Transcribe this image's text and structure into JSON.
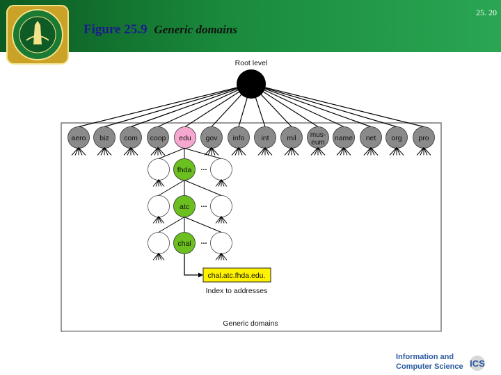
{
  "slide": {
    "number": "25. 20",
    "figure_label": "Figure 25.9",
    "figure_title": "Generic domains"
  },
  "diagram": {
    "root_label": "Root level",
    "generic_domains": [
      "aero",
      "biz",
      "com",
      "coop",
      "edu",
      "gov",
      "info",
      "int",
      "mil",
      "mus-\neum",
      "name",
      "net",
      "org",
      "pro"
    ],
    "highlight_domain": "edu",
    "chain": [
      "fhda",
      "atc",
      "chal"
    ],
    "ellipsis": "...",
    "fqdn": "chal.atc.fhda.edu.",
    "index_label": "Index to addresses",
    "caption": "Generic domains"
  },
  "footer": {
    "brand_line1": "Information and",
    "brand_line2": "Computer Science",
    "brand_mark": "ICS"
  },
  "colors": {
    "header_green": "#1a8a3c",
    "title_blue": "#1b1b8f",
    "edu_pink": "#f5a7cf",
    "node_gray": "#8a8a8a",
    "chain_green": "#6bbf1f",
    "fqdn_yellow": "#fff200"
  }
}
